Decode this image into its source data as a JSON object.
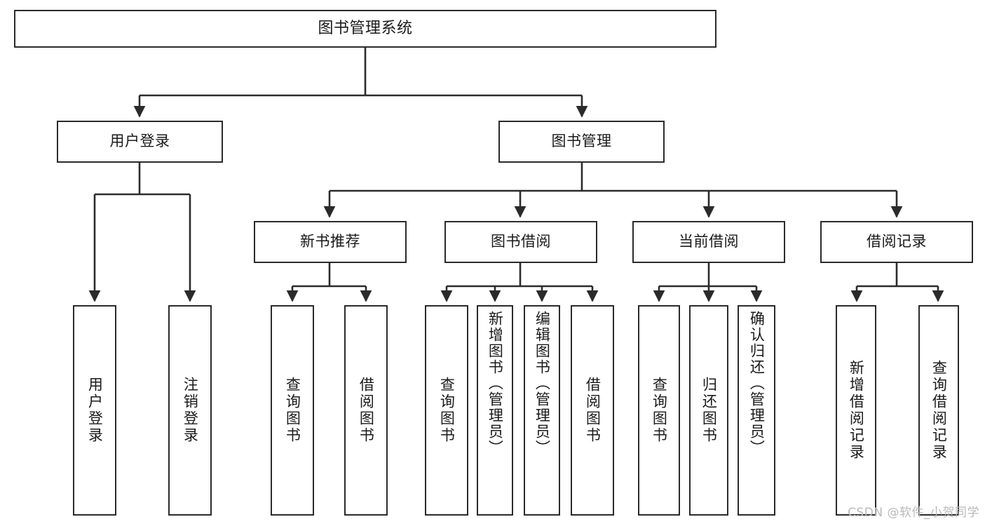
{
  "diagram": {
    "title": "图书管理系统",
    "watermark": "CSDN @软件_小贺同学",
    "line_color": "#2b2b2b",
    "box_fill": "#ffffff",
    "text_color": "#1a1a1a",
    "watermark_color": "#b9b9b9"
  },
  "nodes": {
    "root": {
      "label": "图书管理系统"
    },
    "level2": [
      {
        "label": "用户登录"
      },
      {
        "label": "图书管理"
      }
    ],
    "level3": [
      {
        "label": "新书推荐"
      },
      {
        "label": "图书借阅"
      },
      {
        "label": "当前借阅"
      },
      {
        "label": "借阅记录"
      }
    ],
    "leaves_user_login": [
      {
        "label": "用户登录"
      },
      {
        "label": "注销登录"
      }
    ],
    "leaves_new_book": [
      {
        "label": "查询图书"
      },
      {
        "label": "借阅图书"
      }
    ],
    "leaves_borrow": [
      {
        "label": "查询图书"
      },
      {
        "label": "新增图书（管理员）"
      },
      {
        "label": "编辑图书（管理员）"
      },
      {
        "label": "借阅图书"
      }
    ],
    "leaves_current": [
      {
        "label": "查询图书"
      },
      {
        "label": "归还图书"
      },
      {
        "label": "确认归还（管理员）"
      }
    ],
    "leaves_records": [
      {
        "label": "新增借阅记录"
      },
      {
        "label": "查询借阅记录"
      }
    ]
  }
}
